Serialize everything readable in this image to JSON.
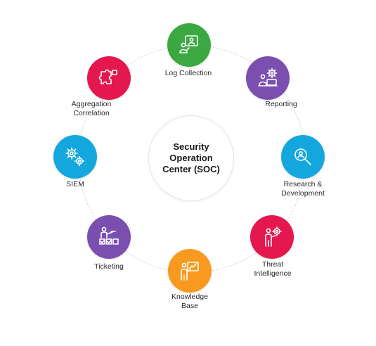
{
  "center": {
    "title": "Security\nOperation\nCenter (SOC)"
  },
  "nodes": [
    {
      "label": "Log Collection",
      "color": "#3ba841",
      "icon": "log-collection-icon"
    },
    {
      "label": "Reporting",
      "color": "#7b4fb0",
      "icon": "reporting-icon"
    },
    {
      "label": "Research &\nDevelopment",
      "color": "#14a7de",
      "icon": "research-icon"
    },
    {
      "label": "Threat\nIntelligence",
      "color": "#e4184f",
      "icon": "threat-intelligence-icon"
    },
    {
      "label": "Knowledge\nBase",
      "color": "#f79a1f",
      "icon": "knowledge-base-icon"
    },
    {
      "label": "Ticketing",
      "color": "#7b4fb0",
      "icon": "ticketing-icon"
    },
    {
      "label": "SIEM",
      "color": "#14a7de",
      "icon": "siem-icon"
    },
    {
      "label": "Aggregation\nCorrelation",
      "color": "#e4184f",
      "icon": "puzzle-icon"
    }
  ]
}
